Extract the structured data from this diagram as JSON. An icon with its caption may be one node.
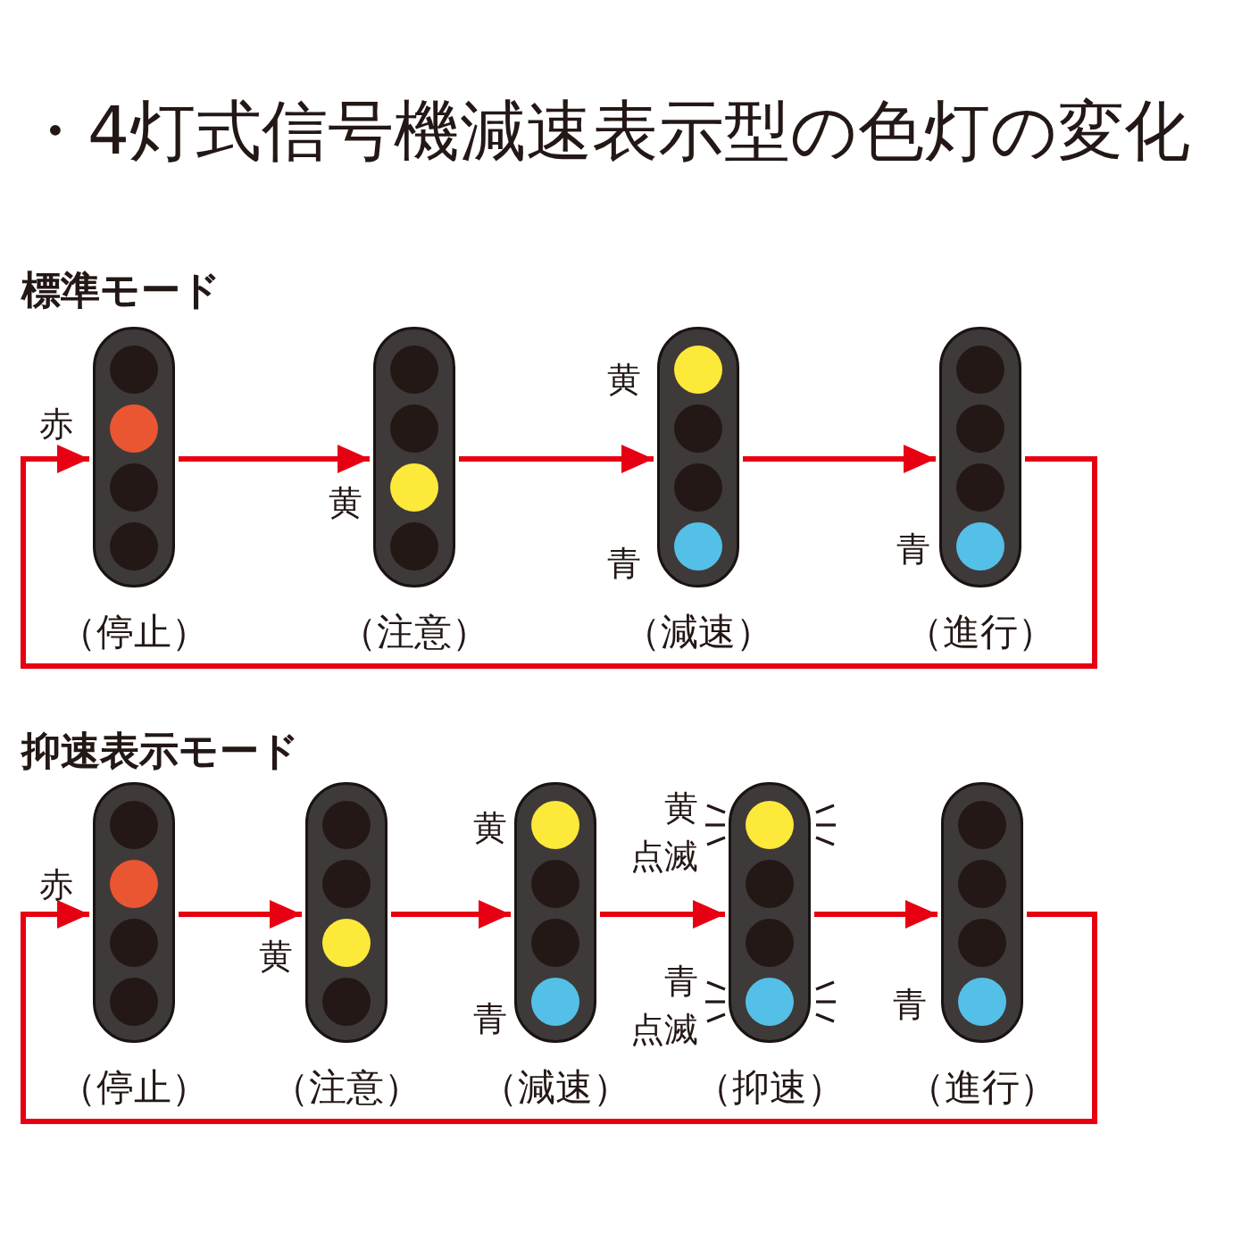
{
  "diagram": {
    "title": "・4灯式信号機減速表示型の色灯の変化",
    "nodes": [
      {
        "text": [],
        "shape": "picture",
        "beside": [
          "赤",
          "（停止）"
        ]
      },
      {
        "text": [],
        "shape": "picture",
        "beside": [
          "黄",
          "（注意）"
        ]
      },
      {
        "text": [],
        "shape": "picture",
        "beside": [
          "黄",
          "青",
          "（減速）"
        ]
      },
      {
        "text": [],
        "shape": "picture",
        "beside": [
          "青",
          "（進行）"
        ]
      },
      {
        "text": [],
        "shape": "picture",
        "beside": [
          "赤",
          "（停止）"
        ]
      },
      {
        "text": [],
        "shape": "picture",
        "beside": [
          "黄",
          "（注意）"
        ]
      },
      {
        "text": [],
        "shape": "picture",
        "beside": [
          "黄",
          "青",
          "（減速）"
        ]
      },
      {
        "text": [],
        "shape": "picture",
        "beside": [
          "黄点滅",
          "青点滅",
          "（抑速）"
        ]
      },
      {
        "text": [],
        "shape": "picture",
        "beside": [
          "青",
          "（進行）"
        ]
      }
    ],
    "edges": [
      {
        "from": 0,
        "to": 1,
        "arrow": "to"
      },
      {
        "from": 1,
        "to": 2,
        "arrow": "to"
      },
      {
        "from": 2,
        "to": 3,
        "arrow": "to"
      },
      {
        "from": 3,
        "to": 0,
        "arrow": "to"
      },
      {
        "from": 4,
        "to": 5,
        "arrow": "to"
      },
      {
        "from": 5,
        "to": 6,
        "arrow": "to"
      },
      {
        "from": 6,
        "to": 7,
        "arrow": "to"
      },
      {
        "from": 7,
        "to": 8,
        "arrow": "to"
      },
      {
        "from": 8,
        "to": 4,
        "arrow": "to"
      }
    ],
    "labels": [
      "標準モード",
      "抑速表示モード"
    ]
  }
}
